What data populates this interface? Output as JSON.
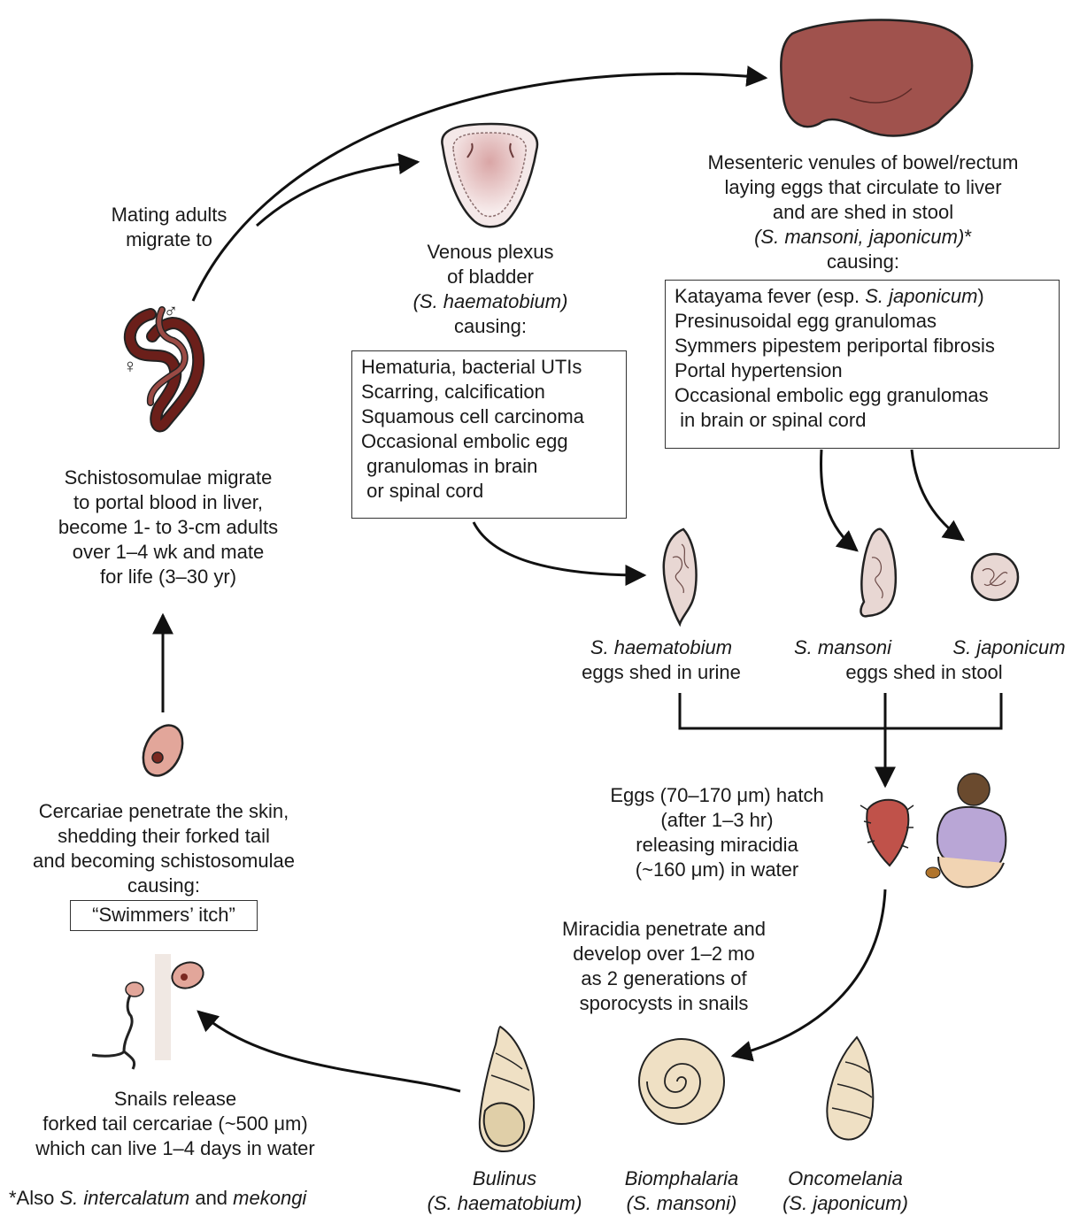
{
  "mating": {
    "lines": [
      "Mating adults",
      "migrate to"
    ]
  },
  "sex_symbols": {
    "male": "♂",
    "female": "♀"
  },
  "bladder_label": {
    "lines": [
      "Venous plexus",
      "of bladder"
    ],
    "species": "(S. haematobium)",
    "causing": "causing:"
  },
  "bladder_effects": [
    "Hematuria, bacterial UTIs",
    "Scarring, calcification",
    "Squamous cell carcinoma",
    "Occasional embolic egg",
    " granulomas in brain",
    " or spinal cord"
  ],
  "liver_label": {
    "lines": [
      "Mesenteric venules of bowel/rectum",
      "laying eggs that circulate to liver",
      "and are shed in stool"
    ],
    "species": "(S. mansoni, japonicum)",
    "asterisk": "*",
    "causing": "causing:"
  },
  "liver_effects": {
    "katayama_pre": "Katayama fever (esp. ",
    "katayama_species": "S. japonicum",
    "katayama_post": ")",
    "items": [
      "Presinusoidal egg granulomas",
      "Symmers pipestem periportal fibrosis",
      "Portal hypertension",
      "Occasional embolic egg granulomas",
      " in brain or spinal cord"
    ]
  },
  "schistosomulae": {
    "lines": [
      "Schistosomulae migrate",
      "to portal blood in liver,",
      "become 1- to 3-cm adults",
      "over 1–4 wk and mate",
      "for life (3–30 yr)"
    ]
  },
  "eggs": {
    "haematobium_name": "S. haematobium",
    "haematobium_note": "eggs shed in urine",
    "mansoni_name": "S. mansoni",
    "japonicum_name": "S. japonicum",
    "stool_note": "eggs shed in stool"
  },
  "hatch": {
    "lines": [
      "Eggs (70–170 μm) hatch",
      "(after 1–3 hr)",
      "releasing miracidia",
      "(~160 μm) in water"
    ]
  },
  "miracidia": {
    "lines": [
      "Miracidia penetrate and",
      "develop over 1–2 mo",
      "as 2 generations of",
      "sporocysts in snails"
    ]
  },
  "cercariae": {
    "lines": [
      "Cercariae penetrate the skin,",
      "shedding their forked tail",
      "and becoming schistosomulae",
      "causing:"
    ],
    "result": "“Swimmers’ itch”"
  },
  "snails_release": {
    "lines": [
      "Snails release",
      "forked tail cercariae (~500 μm)",
      "which can live 1–4 days in water"
    ]
  },
  "snails": [
    {
      "genus": "Bulinus",
      "species": "(S. haematobium)"
    },
    {
      "genus": "Biomphalaria",
      "species": "(S. mansoni)"
    },
    {
      "genus": "Oncomelania",
      "species": "(S. japonicum)"
    }
  ],
  "footnote": {
    "pre": "*Also ",
    "sp1": "S. intercalatum",
    "mid": " and ",
    "sp2": "mekongi"
  },
  "colors": {
    "tissue": "#a0524d",
    "worm": "#5a1f1c",
    "egg": "#e8d7d3",
    "shell": "#efe0c4",
    "line": "#111111"
  }
}
